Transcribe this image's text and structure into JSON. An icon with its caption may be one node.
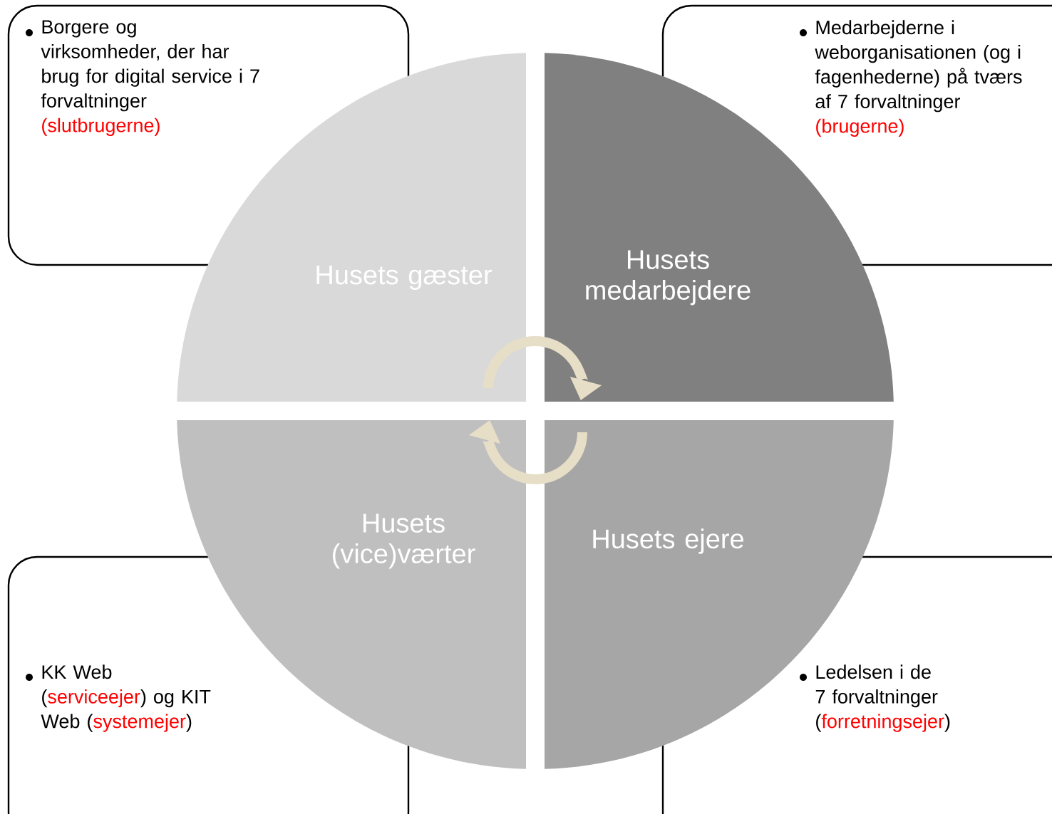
{
  "diagram": {
    "nodes": [
      {
        "text": [
          "Borgere og virksomheder, der har brug for digital service i 7 forvaltninger",
          "(slutbrugerne)"
        ]
      },
      {
        "text": [
          "Medarbejderne i weborganisationen (og i fagenhederne) på tværs af 7 forvaltninger",
          "(brugerne)"
        ]
      },
      {
        "text": [
          "Husets gæster"
        ]
      },
      {
        "text": [
          "Husets medarbejdere"
        ]
      },
      {
        "text": [
          "Husets (vice)værter"
        ]
      },
      {
        "text": [
          "Husets ejere"
        ]
      },
      {
        "text": [
          "KK Web (",
          "serviceejer",
          ") og KIT Web (",
          "systemejer",
          ")"
        ]
      },
      {
        "text": [
          "Ledelsen i de 7 forvaltninger (",
          "forretningsejer",
          ")"
        ]
      }
    ],
    "edges": [
      {
        "from": 2,
        "to": 3,
        "arrow": "to"
      },
      {
        "from": 5,
        "to": 4,
        "arrow": "to"
      }
    ]
  }
}
